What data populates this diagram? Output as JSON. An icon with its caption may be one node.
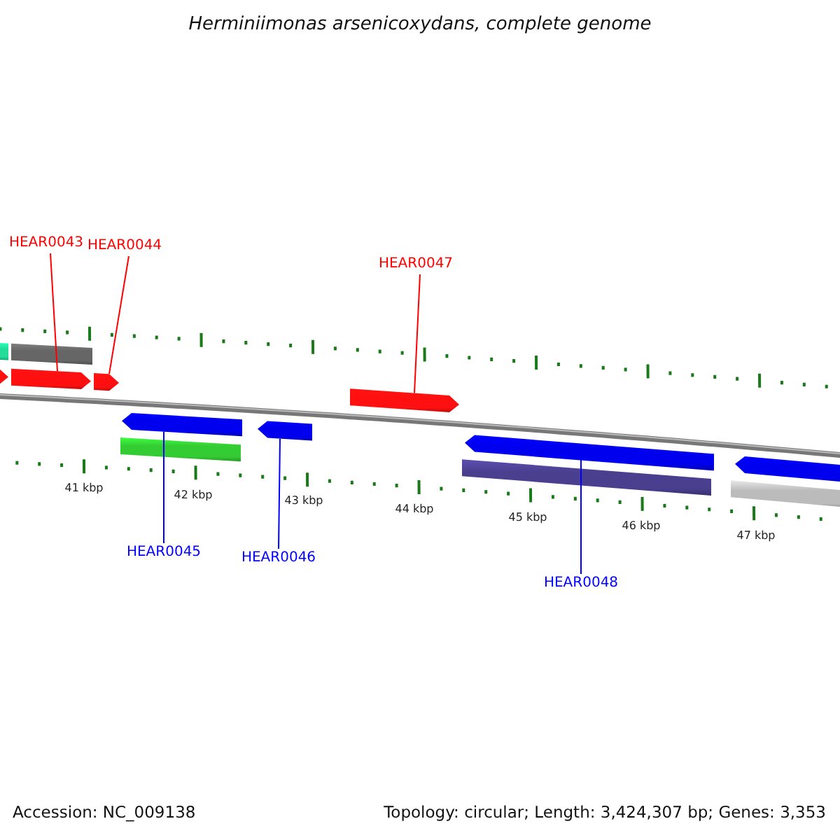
{
  "diagram": {
    "title": "Herminiimonas arsenicoxydans, complete genome",
    "nodes": [
      {
        "text": [
          "HEAR0043"
        ]
      },
      {
        "text": [
          "HEAR0044"
        ]
      },
      {
        "text": [
          "HEAR0047"
        ]
      },
      {
        "text": [
          "HEAR0045"
        ]
      },
      {
        "text": [
          "HEAR0046"
        ]
      },
      {
        "text": [
          "HEAR0048"
        ]
      },
      {
        "text": [],
        "shape": "bar"
      },
      {
        "text": [],
        "shape": "arrow"
      },
      {
        "text": [],
        "shape": "bar"
      },
      {
        "text": [],
        "shape": "arrow"
      },
      {
        "text": [],
        "shape": "arrow"
      },
      {
        "text": [],
        "shape": "bar"
      },
      {
        "text": [],
        "shape": "arrow"
      },
      {
        "text": [],
        "shape": "arrow"
      },
      {
        "text": [],
        "shape": "arrow"
      },
      {
        "text": [],
        "shape": "bar"
      },
      {
        "text": [],
        "shape": "arrow"
      },
      {
        "text": [],
        "shape": "bar"
      },
      {
        "text": [],
        "shape": "arrow"
      }
    ],
    "edges": [
      {
        "from": 0,
        "to": 9,
        "arrow": "none",
        "color": "#ff0000"
      },
      {
        "from": 1,
        "to": 10,
        "arrow": "none",
        "color": "#ff0000"
      },
      {
        "from": 2,
        "to": 14,
        "arrow": "none",
        "color": "#ff0000"
      },
      {
        "from": 3,
        "to": 12,
        "arrow": "none",
        "color": "#0000ff"
      },
      {
        "from": 4,
        "to": 13,
        "arrow": "none",
        "color": "#0000ff"
      },
      {
        "from": 5,
        "to": 16,
        "arrow": "none",
        "color": "#0000ff"
      }
    ],
    "labels": [
      "41 kbp",
      "42 kbp",
      "43 kbp",
      "44 kbp",
      "45 kbp",
      "46 kbp",
      "47 kbp",
      "Accession: NC_009138",
      "Topology: circular; Length: 3,424,307 bp; Genes: 3,353"
    ]
  }
}
